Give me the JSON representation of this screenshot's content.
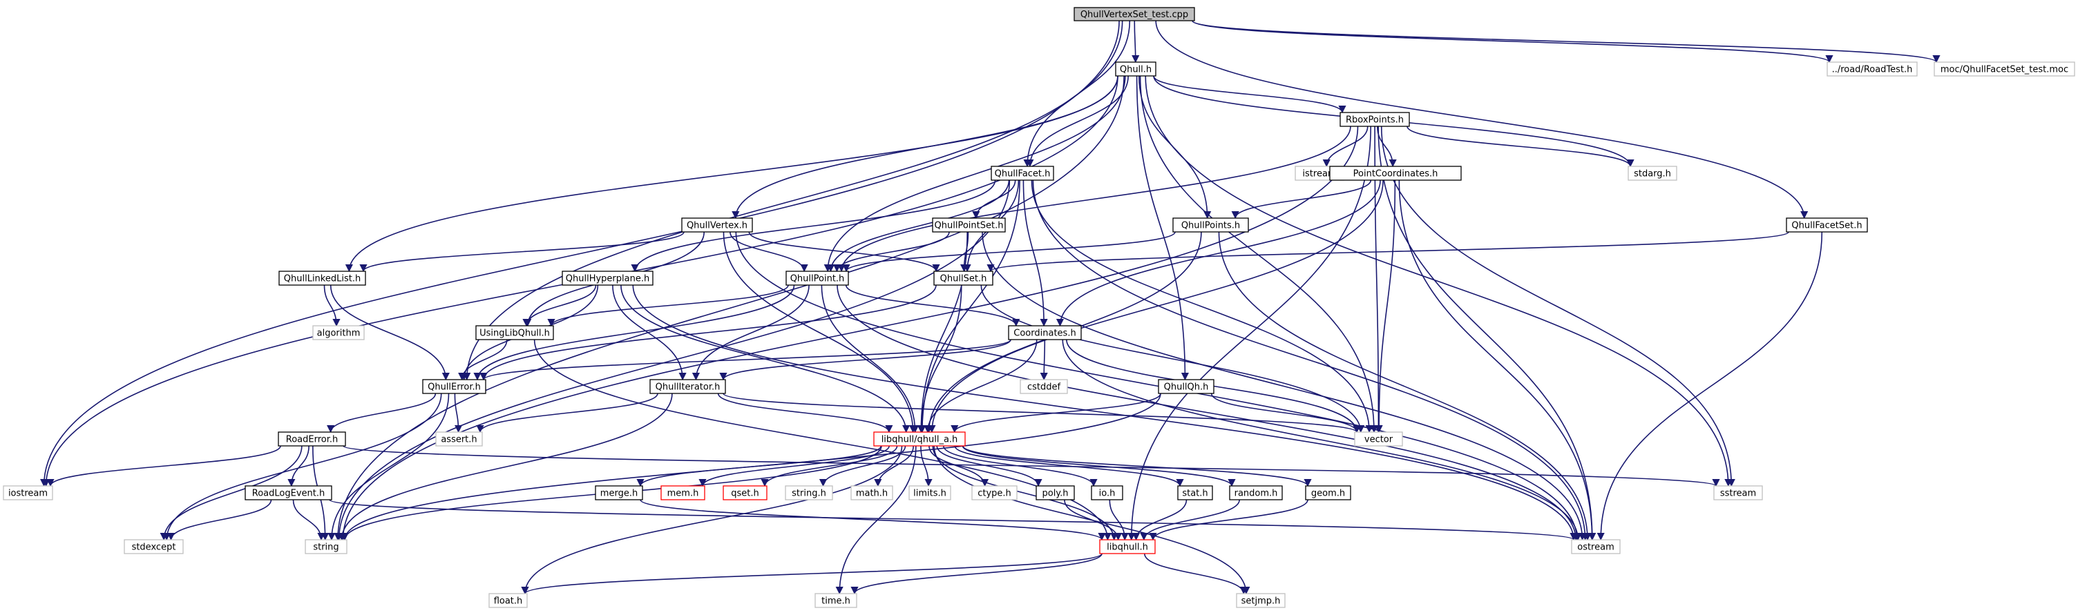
{
  "colors": {
    "edge": "#191970",
    "normal_border": "#000000",
    "external_border": "#bfbfbf",
    "truncated_border": "#ff0000",
    "root_fill": "#bfbfbf",
    "node_fill": "#ffffff"
  },
  "nodes": {
    "root": "QhullVertexSet_test.cpp",
    "qhull_h": "Qhull.h",
    "roadtest": "../road/RoadTest.h",
    "moc": "moc/QhullFacetSet_test.moc",
    "iostream": "iostream",
    "rboxpoints": "RboxPoints.h",
    "istream": "istream",
    "pointcoords": "PointCoordinates.h",
    "stdarg": "stdarg.h",
    "qhullfacet": "QhullFacet.h",
    "qhullpointset": "QhullPointSet.h",
    "qhullpoints": "QhullPoints.h",
    "qhullfacetset": "QhullFacetSet.h",
    "qhullvertex": "QhullVertex.h",
    "qhulllinkedlist": "QhullLinkedList.h",
    "qhullhyperplane": "QhullHyperplane.h",
    "qhullpoint": "QhullPoint.h",
    "qhullset": "QhullSet.h",
    "algorithm": "algorithm",
    "usinglibqhull": "UsingLibQhull.h",
    "coordinates": "Coordinates.h",
    "qhullerror": "QhullError.h",
    "qhulliterator": "QhullIterator.h",
    "cstddef": "cstddef",
    "qhullqh": "QhullQh.h",
    "vector": "vector",
    "assert": "assert.h",
    "roaderror": "RoadError.h",
    "libqhull_a": "libqhull/qhull_a.h",
    "roadlogevent": "RoadLogEvent.h",
    "merge": "merge.h",
    "mem": "mem.h",
    "qset": "qset.h",
    "string_h": "string.h",
    "math_h": "math.h",
    "limits": "limits.h",
    "ctype": "ctype.h",
    "poly": "poly.h",
    "io": "io.h",
    "stat": "stat.h",
    "random": "random.h",
    "geom": "geom.h",
    "sstream": "sstream",
    "stdexcept": "stdexcept",
    "string": "string",
    "ostream": "ostream",
    "libqhull_h": "libqhull.h",
    "float_h": "float.h",
    "time_h": "time.h",
    "setjmp": "setjmp.h"
  }
}
